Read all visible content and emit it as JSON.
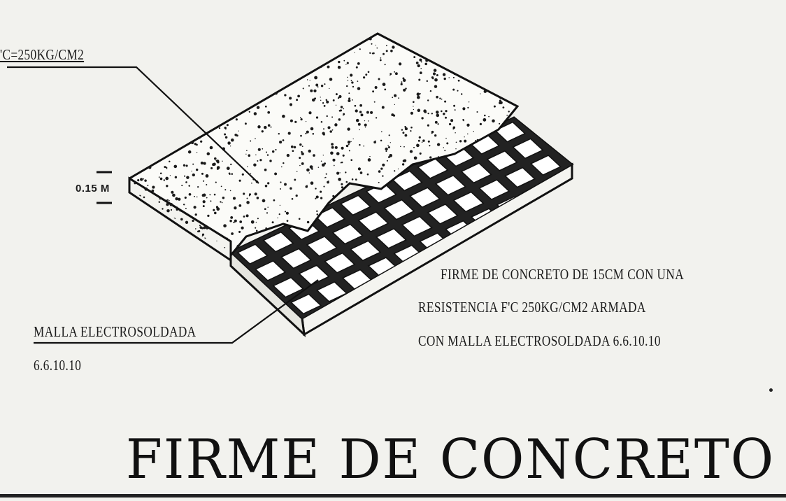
{
  "title": "FIRME DE CONCRETO",
  "labels": {
    "fc": "'C=250KG/CM2",
    "thickness": "0.15 M",
    "malla": "MALLA ELECTROSOLDADA",
    "malla_spec": "6.6.10.10",
    "desc_line1": "FIRME DE CONCRETO DE 15CM CON UNA",
    "desc_line2": "RESISTENCIA F'C 250KG/CM2 ARMADA",
    "desc_line3": "CON MALLA ELECTROSOLDADA 6.6.10.10"
  }
}
